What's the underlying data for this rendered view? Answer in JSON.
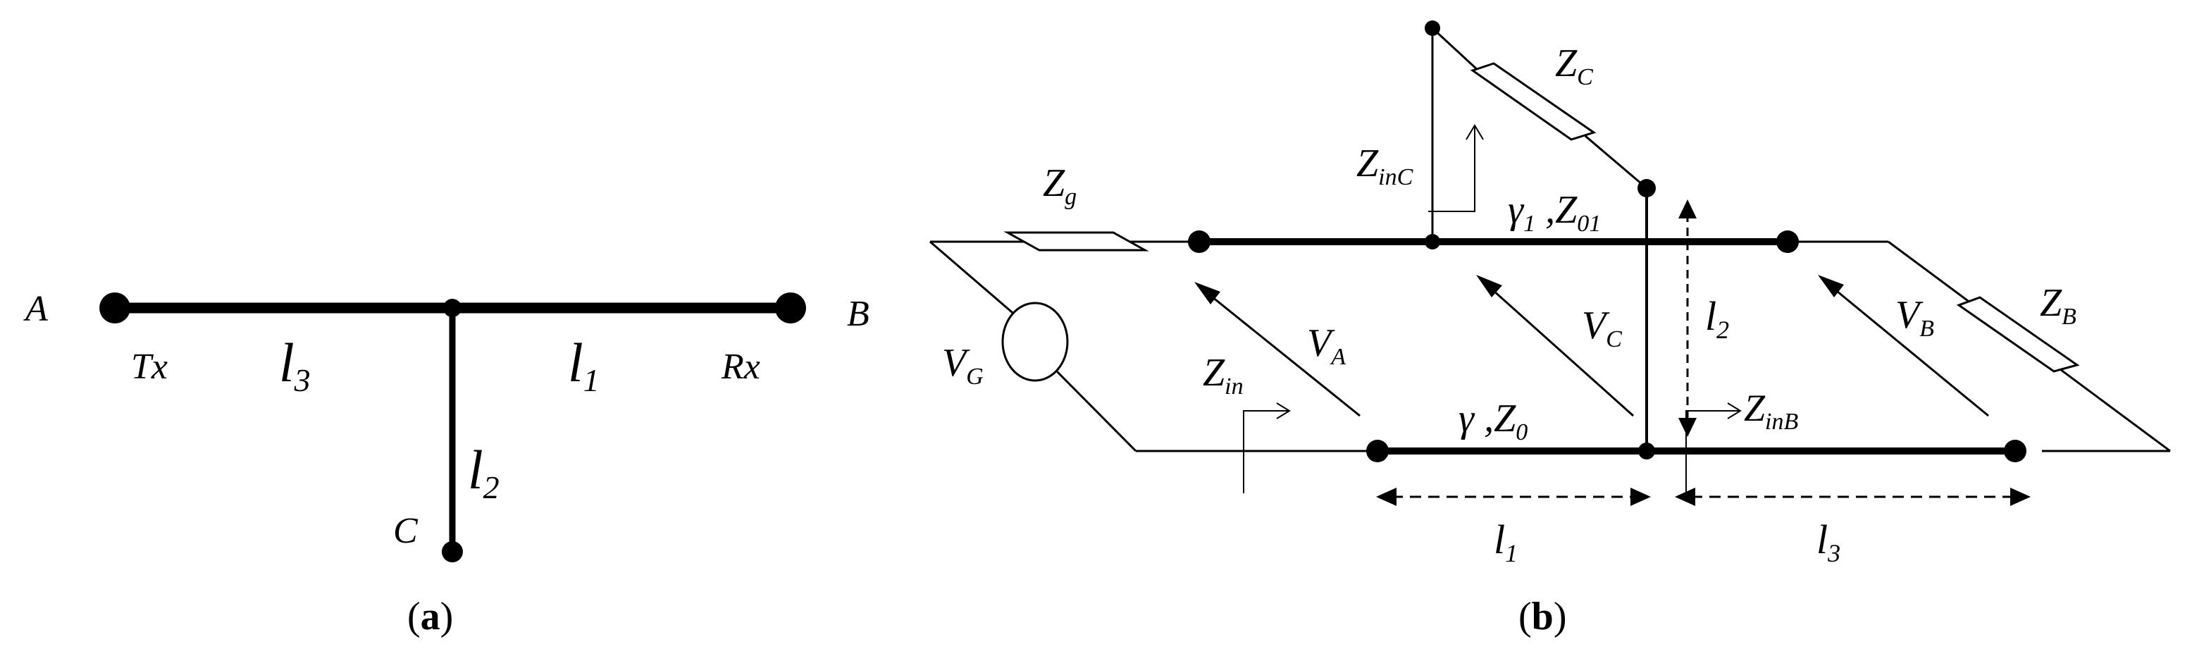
{
  "panel_a": {
    "caption_open": "(",
    "caption_letter": "a",
    "caption_close": ")",
    "node_a": "A",
    "node_b": "B",
    "node_c": "C",
    "tx": "Tx",
    "rx": "Rx",
    "l3": {
      "base": "l",
      "sub": "3"
    },
    "l1": {
      "base": "l",
      "sub": "1"
    },
    "l2": {
      "base": "l",
      "sub": "2"
    }
  },
  "panel_b": {
    "caption_open": "(",
    "caption_letter": "b",
    "caption_close": ")",
    "zg": {
      "base": "Z",
      "sub": "g"
    },
    "zc": {
      "base": "Z",
      "sub": "C"
    },
    "zinc": {
      "base": "Z",
      "sub": "inC"
    },
    "gamma1_z01": {
      "g": "γ",
      "gsub": "1",
      "sep": " ,",
      "z": "Z",
      "zsub": "01"
    },
    "l2": {
      "base": "l",
      "sub": "2"
    },
    "zb": {
      "base": "Z",
      "sub": "B"
    },
    "vb": {
      "base": "V",
      "sub": "B"
    },
    "vc": {
      "base": "V",
      "sub": "C"
    },
    "va": {
      "base": "V",
      "sub": "A"
    },
    "vg": {
      "base": "V",
      "sub": "G"
    },
    "zin": {
      "base": "Z",
      "sub": "in"
    },
    "gamma_z0": {
      "g": "γ",
      "sep": " ,",
      "z": "Z",
      "zsub": "0"
    },
    "zinb": {
      "base": "Z",
      "sub": "inB"
    },
    "l1": {
      "base": "l",
      "sub": "1"
    },
    "l3": {
      "base": "l",
      "sub": "3"
    }
  }
}
